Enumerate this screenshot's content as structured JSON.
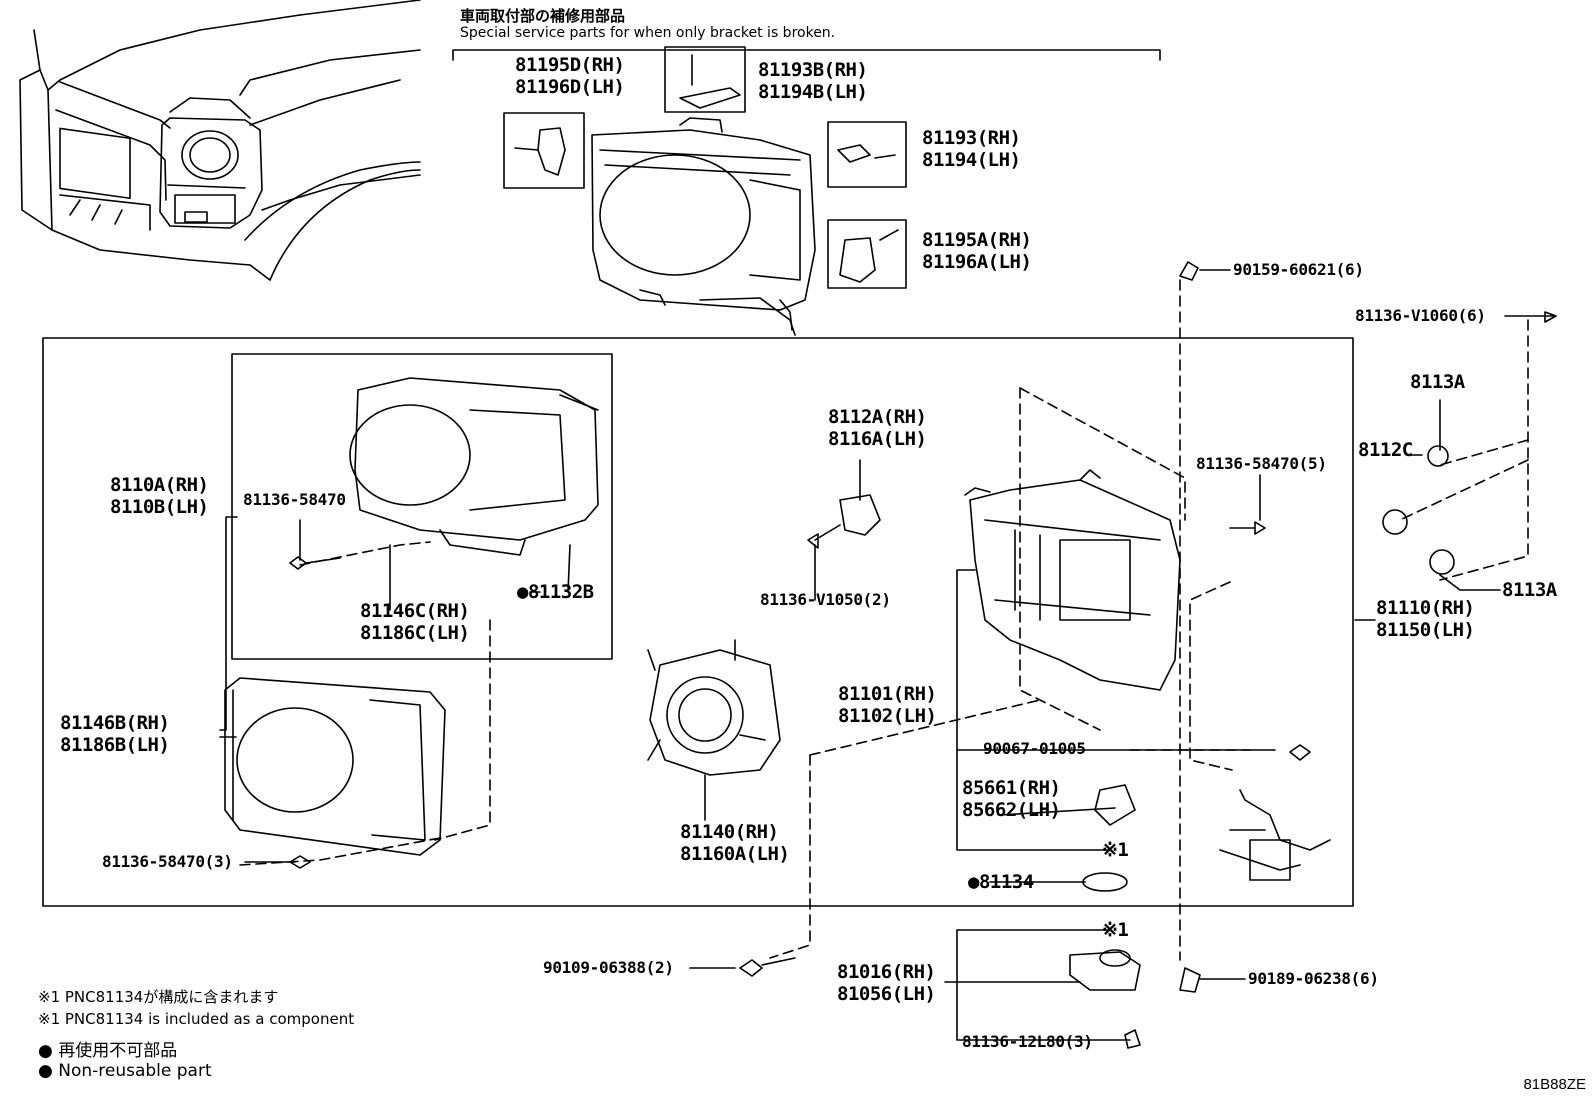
{
  "header": {
    "jp": "車両取付部の補修用部品",
    "en": "Special service parts for when only bracket is broken."
  },
  "parts": {
    "p81195d": "81195D(RH)",
    "p81196d": "81196D(LH)",
    "p81193b": "81193B(RH)",
    "p81194b": "81194B(LH)",
    "p81193": "81193(RH)",
    "p81194": "81194(LH)",
    "p81195a": "81195A(RH)",
    "p81196a": "81196A(LH)",
    "p90159": "90159-60621(6)",
    "p81136v1060": "81136-V1060(6)",
    "p8113a_top": "8113A",
    "p8112c": "8112C",
    "p8113a_bot": "8113A",
    "p81136_58470_5": "81136-58470(5)",
    "p8112a": "8112A(RH)",
    "p8116a": "8116A(LH)",
    "p8110a": "8110A(RH)",
    "p8110b": "8110B(LH)",
    "p81136_58470": "81136-58470",
    "p81132b": "●81132B",
    "p81146c": "81146C(RH)",
    "p81186c": "81186C(LH)",
    "p81136v1050": "81136-V1050(2)",
    "p81110": "81110(RH)",
    "p81150": "81150(LH)",
    "p81101": "81101(RH)",
    "p81102": "81102(LH)",
    "p90067": "90067-01005",
    "p85661": "85661(RH)",
    "p85662": "85662(LH)",
    "p81146b": "81146B(RH)",
    "p81186b": "81186B(LH)",
    "p81140": "81140(RH)",
    "p81160a": "81160A(LH)",
    "p81136_58470_3": "81136-58470(3)",
    "mark1a": "※1",
    "p81134": "●81134",
    "mark1b": "※1",
    "p90109": "90109-06388(2)",
    "p81016": "81016(RH)",
    "p81056": "81056(LH)",
    "p90189": "90189-06238(6)",
    "p81136_12l80": "81136-12L80(3)"
  },
  "notes": {
    "n1_jp": "※1 PNC81134が構成に含まれます",
    "n1_en": "※1 PNC81134 is included as a component",
    "n2_jp": "● 再使用不可部品",
    "n2_en": "● Non-reusable part"
  },
  "figure_code": "81B88ZE"
}
